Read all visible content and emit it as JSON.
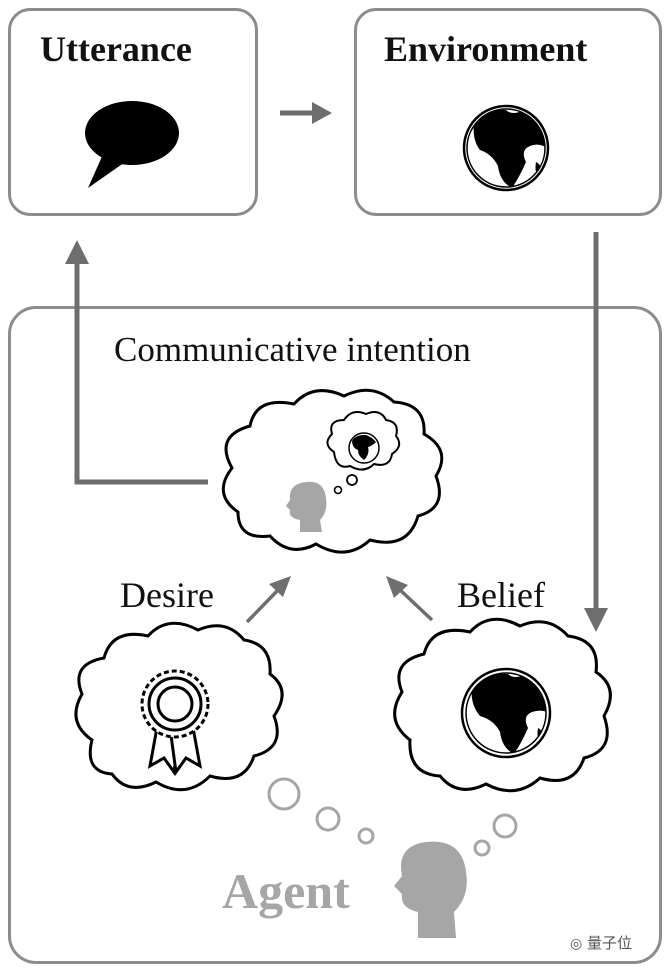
{
  "boxes": {
    "utterance": {
      "title": "Utterance",
      "icon": "speech-bubble-icon"
    },
    "environment": {
      "title": "Environment",
      "icon": "globe-icon"
    }
  },
  "agent_panel": {
    "intention_label": "Communicative intention",
    "desire_label": "Desire",
    "belief_label": "Belief",
    "agent_label": "Agent"
  },
  "watermark": {
    "text": "量子位"
  },
  "colors": {
    "border": "#8c8c8c",
    "arrow": "#6e6e6e",
    "agent_text": "#a6a6a6",
    "head": "#a6a6a6",
    "ink": "#000000"
  }
}
